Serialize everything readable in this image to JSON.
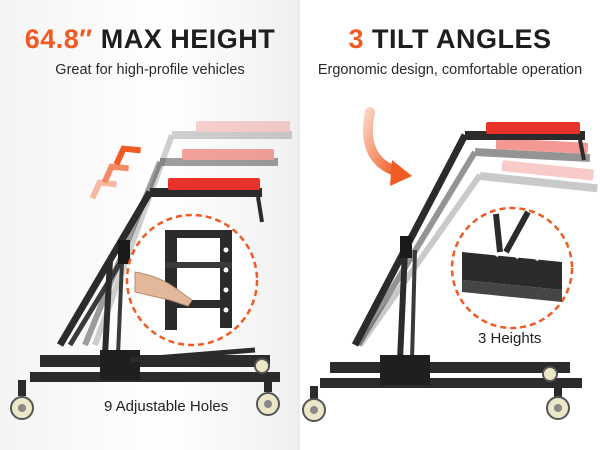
{
  "left_panel": {
    "headline_accent": "64.8″",
    "headline_rest": " MAX HEIGHT",
    "subline": "Great for high-profile vehicles",
    "caption": "9 Adjustable Holes"
  },
  "right_panel": {
    "headline_accent": "3",
    "headline_rest": " TILT ANGLES",
    "subline": "Ergonomic design, comfortable operation",
    "caption": "3 Heights"
  },
  "colors": {
    "accent": "#f15a22",
    "frame": "#2b2b2b",
    "pad_red": "#e8332a",
    "text": "#1e1e1e"
  }
}
